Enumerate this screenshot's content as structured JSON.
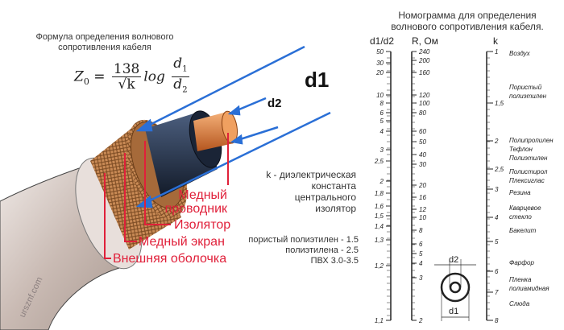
{
  "formula": {
    "caption_line1": "Формула определения волнового",
    "caption_line2": "сопротивления кабеля",
    "lhs": "Z",
    "lhs_sub": "0",
    "equals": "=",
    "numerator": "138",
    "denominator": "√k",
    "log": "log",
    "d_num": "d",
    "d_num_sub": "1",
    "d_den": "d",
    "d_den_sub": "2"
  },
  "cable": {
    "label_d1": "d1",
    "label_d2": "d2",
    "layers": [
      "Медный",
      "проводник",
      "Изолятор",
      "Медный экран",
      "Внешняя оболочка"
    ],
    "watermark": "ursznf.com",
    "colors": {
      "label": "#e0203a",
      "arrow": "#2a6fd6",
      "copper": "#d9803f",
      "insulator": "#26344a"
    }
  },
  "dielectric_note": {
    "lines": [
      "k - диэлектрическая",
      "константа",
      "центрального",
      "изолятор"
    ],
    "values": [
      "пористый полиэтилен - 1.5",
      "полиэтилена - 2.5",
      "ПВХ 3.0-3.5"
    ]
  },
  "nomogram": {
    "title_line1": "Номограмма для определения",
    "title_line2": "волнового сопротивления кабеля.",
    "axis_ratio": {
      "label": "d1/d2",
      "ticks": [
        "50",
        "30",
        "20",
        "10",
        "8",
        "6",
        "5",
        "4",
        "3",
        "2,5",
        "2",
        "1,8",
        "1,6",
        "1,5",
        "1,4",
        "1,3",
        "1,2",
        "1,1"
      ]
    },
    "axis_r": {
      "label": "R, Ом",
      "ticks": [
        "240",
        "200",
        "160",
        "120",
        "100",
        "80",
        "60",
        "50",
        "40",
        "30",
        "20",
        "16",
        "12",
        "10",
        "8",
        "6",
        "5",
        "4",
        "3",
        "2"
      ]
    },
    "axis_k": {
      "label": "k",
      "ticks": [
        "1",
        "1,5",
        "2",
        "2,5",
        "3",
        "4",
        "5",
        "6",
        "7",
        "8"
      ]
    },
    "materials": [
      "Воздух",
      "Пористый",
      "полиэтилен",
      "Полипропилен",
      "Тефлон",
      "Полиэтилен",
      "Полистирол",
      "Плексиглас",
      "Резина",
      "Кварцевое",
      "стекло",
      "Бакелит",
      "Фарфор",
      "Пленка",
      "полиамидная",
      "Слюда"
    ],
    "inset_d1": "d1",
    "inset_d2": "d2"
  }
}
